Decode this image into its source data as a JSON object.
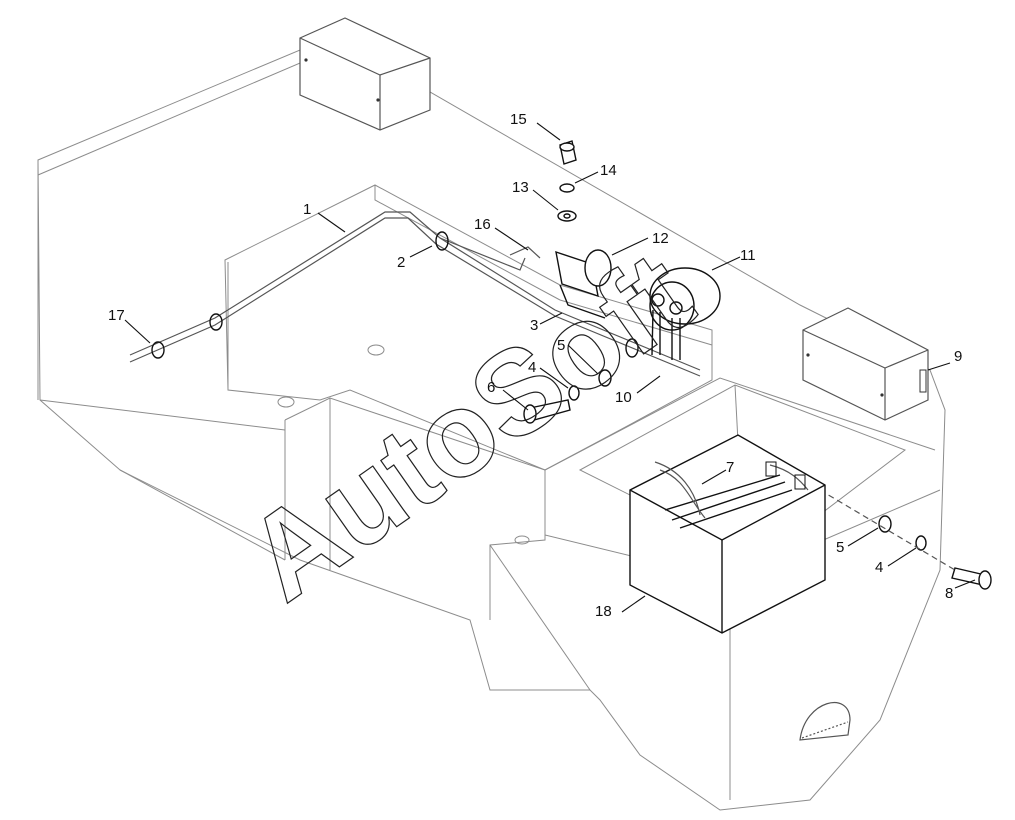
{
  "watermark": "AutoSoft",
  "callouts": [
    "1",
    "2",
    "3",
    "4",
    "5",
    "6",
    "7",
    "8",
    "9",
    "10",
    "11",
    "12",
    "13",
    "14",
    "15",
    "16",
    "17",
    "18"
  ],
  "callout_labels": {
    "c1": "1",
    "c2": "2",
    "c3": "3",
    "c4a": "4",
    "c4b": "4",
    "c5a": "5",
    "c5b": "5",
    "c6": "6",
    "c7": "7",
    "c8": "8",
    "c9": "9",
    "c10": "10",
    "c11": "11",
    "c12": "12",
    "c13": "13",
    "c14": "14",
    "c15": "15",
    "c16": "16",
    "c17": "17",
    "c18": "18"
  }
}
